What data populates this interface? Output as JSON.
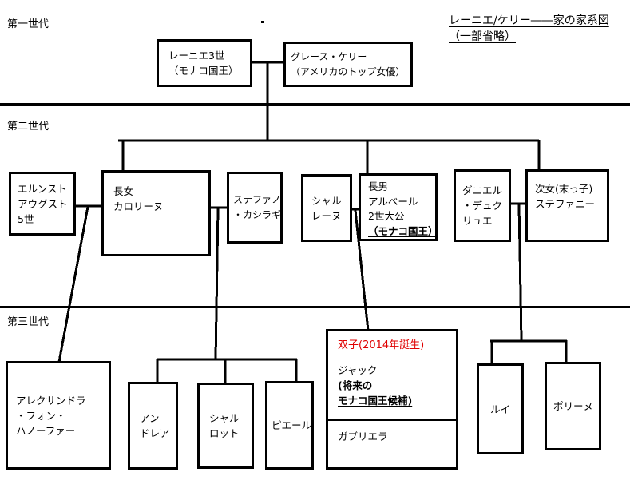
{
  "title": {
    "lines": [
      "レーニエ/ケリー――家の家系図",
      "（一部省略）"
    ]
  },
  "generations": [
    "第一世代",
    "第二世代",
    "第三世代"
  ],
  "colors": {
    "ink": "#000000",
    "twins_note": "#e00000",
    "background": "#ffffff"
  },
  "people": {
    "rainier": {
      "lines": [
        "レーニエ3世",
        "（モナコ国王）"
      ]
    },
    "grace": {
      "lines": [
        "グレース・ケリー",
        "（アメリカのトップ女優）"
      ]
    },
    "ernst": {
      "lines": [
        "エルンスト",
        "アウグスト",
        "5世"
      ]
    },
    "caroline": {
      "lines": [
        "長女",
        "カロリーヌ"
      ]
    },
    "stefano": {
      "lines": [
        "ステファノ",
        "・カシラギ"
      ]
    },
    "charlene": {
      "lines": [
        "シャル",
        "レーヌ"
      ]
    },
    "albert": {
      "lines": [
        "長男",
        "アルベール",
        "2世大公",
        "（モナコ国王）"
      ]
    },
    "daniel": {
      "lines": [
        "ダニエル",
        "・デュク",
        "リュエ"
      ]
    },
    "stephanie": {
      "lines": [
        "次女(末っ子)",
        "ステファニー"
      ]
    },
    "alexandra": {
      "lines": [
        "アレクサンドラ",
        "・フォン・",
        "ハノーファー"
      ]
    },
    "andrea": {
      "lines": [
        "アン",
        "ドレア"
      ]
    },
    "charlotte": {
      "lines": [
        "シャル",
        "ロット"
      ]
    },
    "pierre": {
      "lines": [
        "ピエール"
      ]
    },
    "louis": {
      "lines": [
        "ルイ"
      ]
    },
    "pauline": {
      "lines": [
        "ポリーヌ"
      ]
    }
  },
  "twins": {
    "note": "双子(2014年誕生)",
    "jacques": {
      "name": "ジャック",
      "heir_lines": [
        "(将来の",
        "モナコ国王候補)"
      ]
    },
    "gabriella": "ガブリエラ"
  }
}
